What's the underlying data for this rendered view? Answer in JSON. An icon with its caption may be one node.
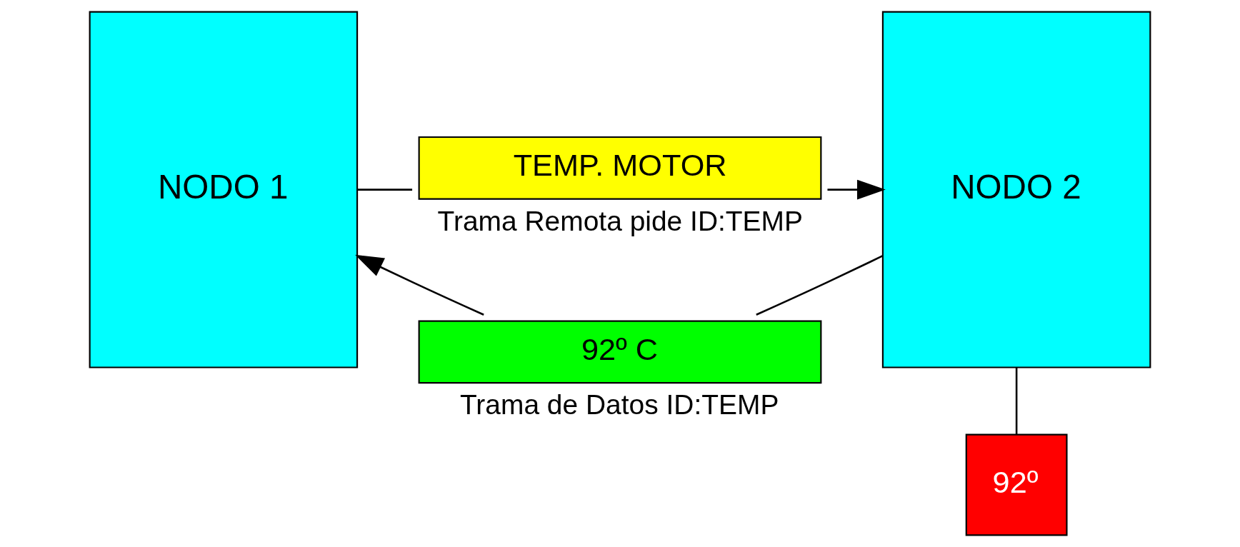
{
  "diagram": {
    "nodes": [
      {
        "text": [
          "NODO 1"
        ]
      },
      {
        "text": [
          "NODO 2"
        ]
      },
      {
        "text": [
          "TEMP. MOTOR"
        ],
        "beside": [
          "Trama Remota pide ID:TEMP"
        ]
      },
      {
        "text": [
          "92º C"
        ],
        "beside": [
          "Trama de Datos ID:TEMP"
        ]
      },
      {
        "text": [
          "92º"
        ]
      }
    ],
    "edges": [
      {
        "from": 0,
        "to": 2,
        "arrow": "none"
      },
      {
        "from": 2,
        "to": 1,
        "arrow": "to"
      },
      {
        "from": 1,
        "to": 3,
        "arrow": "none"
      },
      {
        "from": 3,
        "to": 0,
        "arrow": "to"
      },
      {
        "from": 1,
        "to": 4,
        "arrow": "none"
      }
    ]
  }
}
